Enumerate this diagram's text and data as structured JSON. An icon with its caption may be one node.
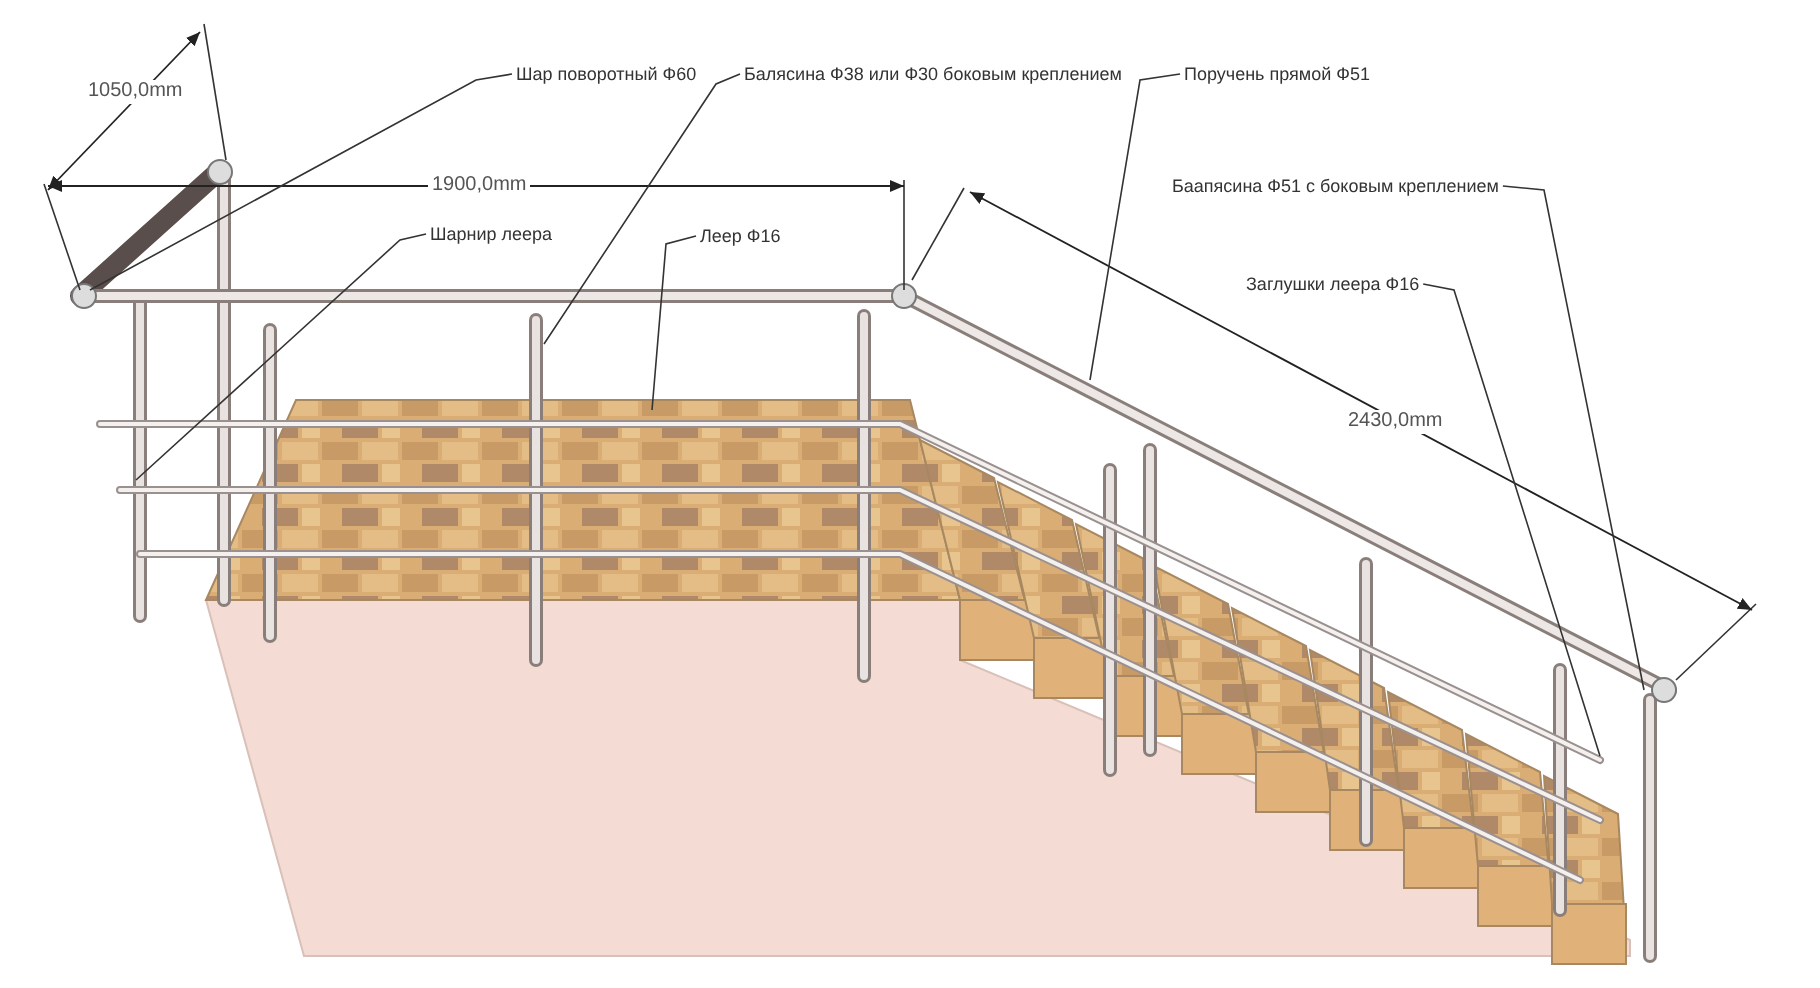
{
  "diagram": {
    "nodes": [
      {
        "text": [
          "Шар поворотный Ф60"
        ]
      },
      {
        "text": [
          "Балясина Ф38 или Ф30 боковым креплением"
        ]
      },
      {
        "text": [
          "Поручень прямой Ф51"
        ]
      },
      {
        "text": [
          "Шарнир леера"
        ]
      },
      {
        "text": [
          "Леер Ф16"
        ]
      },
      {
        "text": [
          "Баапясина Ф51 с боковым креплением"
        ]
      },
      {
        "text": [
          "Заглушки леера Ф16"
        ]
      }
    ],
    "edges": [
      {
        "from": 0,
        "to": null,
        "arrow": "none"
      },
      {
        "from": 1,
        "to": null,
        "arrow": "none"
      },
      {
        "from": 2,
        "to": null,
        "arrow": "none"
      },
      {
        "from": 3,
        "to": null,
        "arrow": "none"
      },
      {
        "from": 4,
        "to": null,
        "arrow": "none"
      },
      {
        "from": 5,
        "to": null,
        "arrow": "none"
      },
      {
        "from": 6,
        "to": null,
        "arrow": "none"
      }
    ],
    "labels": [
      "1050,0mm",
      "1900,0mm",
      "2430,0mm"
    ]
  }
}
